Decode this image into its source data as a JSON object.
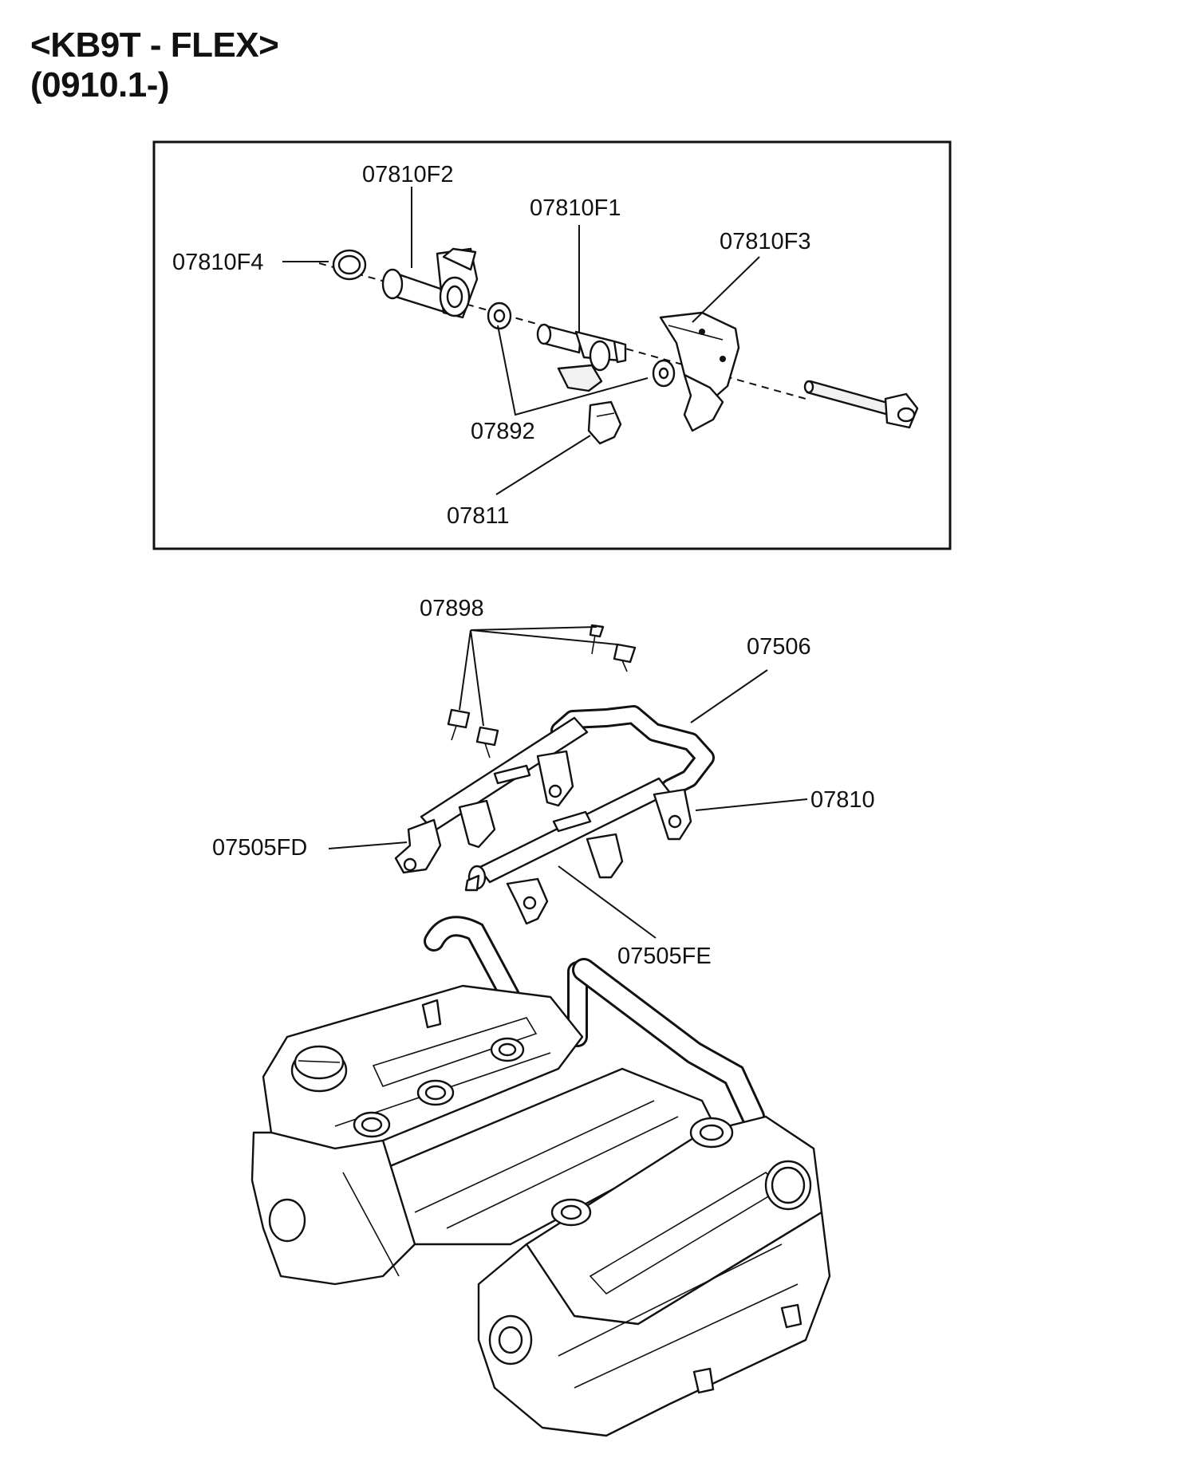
{
  "header": {
    "model": "<KB9T - FLEX>",
    "range": "(0910.1-)"
  },
  "inset": {
    "labels": {
      "p07810F2": "07810F2",
      "p07810F1": "07810F1",
      "p07810F3": "07810F3",
      "p07810F4": "07810F4",
      "p07892": "07892",
      "p07811": "07811"
    }
  },
  "main": {
    "labels": {
      "p07898": "07898",
      "p07506": "07506",
      "p07810": "07810",
      "p07505FD": "07505FD",
      "p07505FE": "07505FE"
    }
  }
}
